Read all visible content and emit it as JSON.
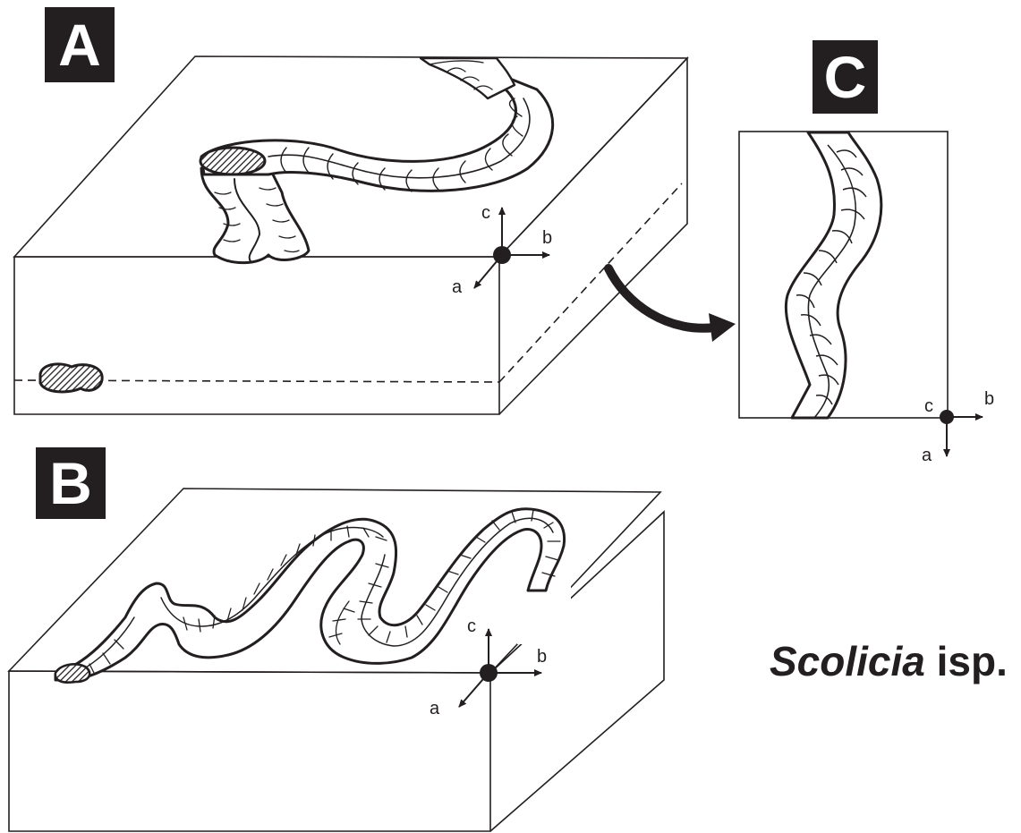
{
  "panels": {
    "a": {
      "label": "A",
      "axes": {
        "c": "c",
        "b": "b",
        "a": "a"
      }
    },
    "b": {
      "label": "B",
      "axes": {
        "c": "c",
        "b": "b",
        "a": "a"
      }
    },
    "c": {
      "label": "C",
      "axes": {
        "c": "c",
        "b": "b",
        "a": "a"
      }
    }
  },
  "caption": {
    "genus": "Scolicia",
    "suffix": " isp."
  }
}
